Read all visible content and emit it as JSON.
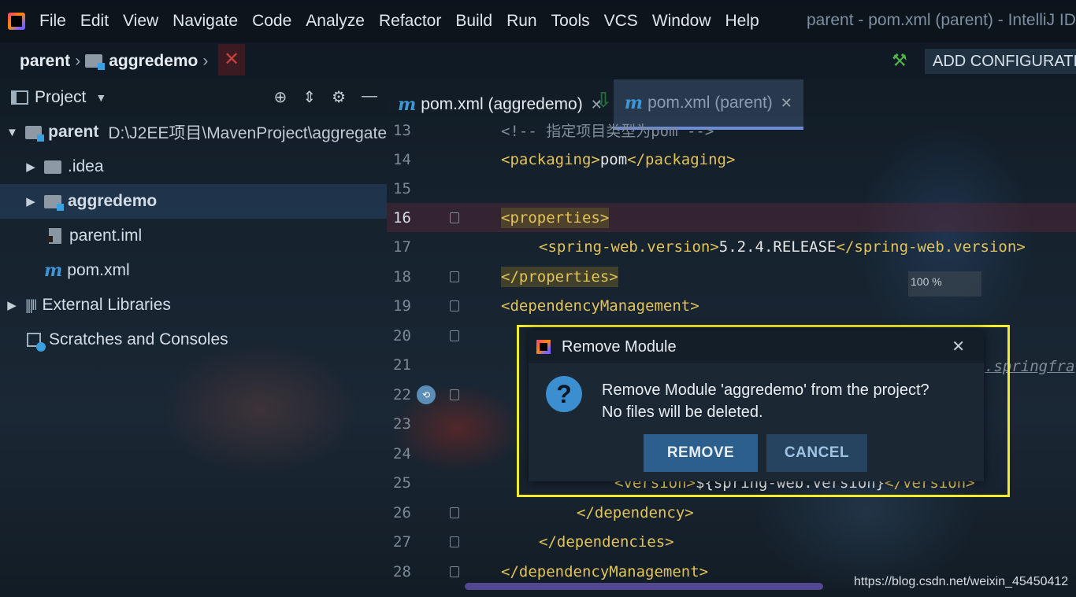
{
  "menubar": {
    "items": [
      "File",
      "Edit",
      "View",
      "Navigate",
      "Code",
      "Analyze",
      "Refactor",
      "Build",
      "Run",
      "Tools",
      "VCS",
      "Window",
      "Help"
    ],
    "window_title": "parent - pom.xml (parent) - IntelliJ IDEA"
  },
  "navbar": {
    "crumb_root": "parent",
    "crumb_module": "aggredemo",
    "add_configuration": "ADD CONFIGURATION..."
  },
  "project_panel": {
    "title": "Project",
    "tree": [
      {
        "label": "parent",
        "path": "D:\\J2EE项目\\MavenProject\\aggregate"
      },
      {
        "label": ".idea"
      },
      {
        "label": "aggredemo"
      },
      {
        "label": "parent.iml"
      },
      {
        "label": "pom.xml"
      },
      {
        "label": "External Libraries"
      },
      {
        "label": "Scratches and Consoles"
      }
    ]
  },
  "tabs": [
    {
      "label": "pom.xml (aggredemo)",
      "icon": "m"
    },
    {
      "label": "pom.xml (parent)",
      "icon": "m"
    }
  ],
  "editor": {
    "lines": [
      {
        "num": "13",
        "code_partial": "<!-- 指定项目类型为pom -->"
      },
      {
        "num": "14",
        "open": "<packaging>",
        "value": "pom",
        "close": "</packaging>"
      },
      {
        "num": "15"
      },
      {
        "num": "16",
        "open": "<properties>"
      },
      {
        "num": "17",
        "open": "<spring-web.version>",
        "value": "5.2.4.RELEASE",
        "close": "</spring-web.version>"
      },
      {
        "num": "18",
        "close": "</properties>"
      },
      {
        "num": "19",
        "open": "<dependencyManagement>"
      },
      {
        "num": "20"
      },
      {
        "num": "21",
        "ghost": ".springfra"
      },
      {
        "num": "22"
      },
      {
        "num": "23"
      },
      {
        "num": "24"
      },
      {
        "num": "25",
        "open": "<version>",
        "value": "${spring-web.version}",
        "close": "</version>"
      },
      {
        "num": "26",
        "close": "</dependency>"
      },
      {
        "num": "27",
        "close": "</dependencies>"
      },
      {
        "num": "28",
        "close": "</dependencyManagement>"
      }
    ],
    "zoom": "100 %"
  },
  "dialog": {
    "title": "Remove Module",
    "message_line1": "Remove Module 'aggredemo' from the project?",
    "message_line2": "No files will be deleted.",
    "remove": "REMOVE",
    "cancel": "CANCEL"
  },
  "watermark": "https://blog.csdn.net/weixin_45450412",
  "colors": {
    "accent": "#2d5f8c",
    "highlight_frame": "#f2ec2c",
    "tag": "#e2c35a"
  }
}
